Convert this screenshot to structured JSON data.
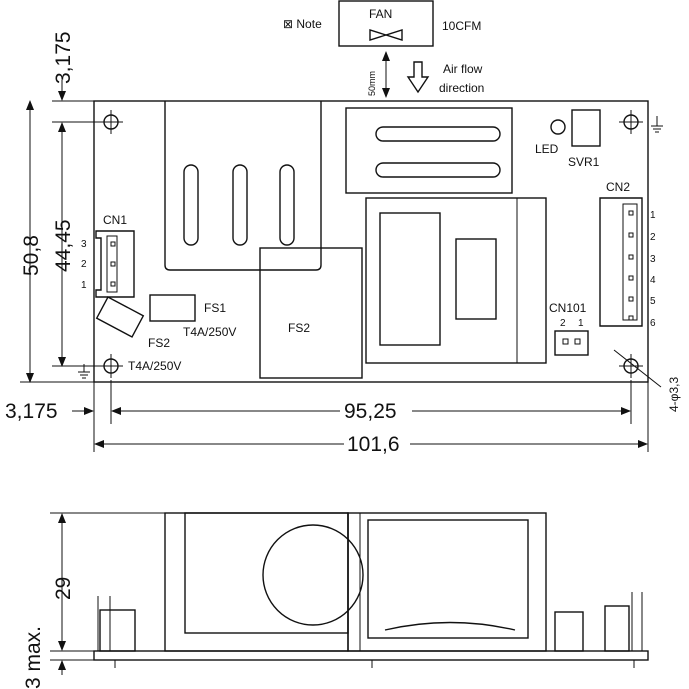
{
  "fan": {
    "note": "⊠ Note",
    "label": "FAN",
    "airflow_rating": "10CFM",
    "distance": "50mm",
    "airflow_line1": "Air flow",
    "airflow_line2": "direction"
  },
  "components": {
    "led": "LED",
    "svr1": "SVR1",
    "cn1": "CN1",
    "cn2": "CN2",
    "cn101": "CN101",
    "fs1": "FS1",
    "fs2_small": "FS2",
    "fs2_large": "FS2",
    "fs1_rating": "T4A/250V",
    "fs2_rating": "T4A/250V"
  },
  "pins": {
    "cn1": [
      "3",
      "2",
      "1"
    ],
    "cn2": [
      "1",
      "2",
      "3",
      "4",
      "5",
      "6"
    ],
    "cn101": [
      "2",
      "1"
    ]
  },
  "dimensions": {
    "top_offset": "3,175",
    "height_outer": "50,8",
    "height_inner": "44,45",
    "left_offset": "3,175",
    "hole_spacing": "95,25",
    "width_total": "101,6",
    "hole_callout": "4-φ3,3",
    "side_height": "29",
    "side_clearance": "3 max."
  }
}
